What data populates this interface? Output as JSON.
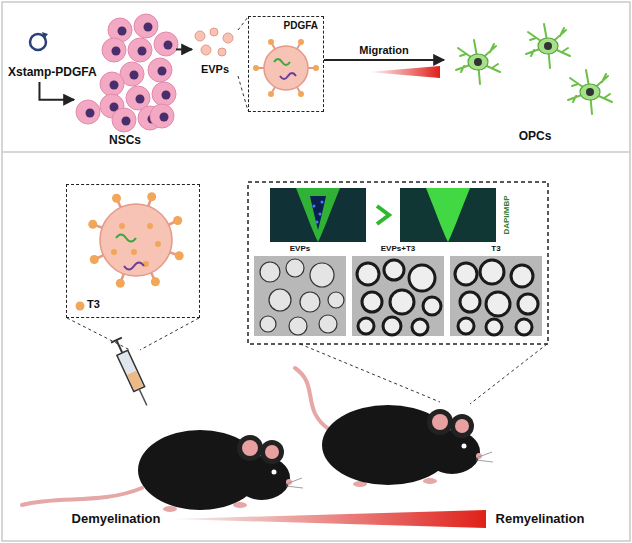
{
  "diagram": {
    "nodes": [
      {
        "text": [
          "Xstamp-PDGFA"
        ]
      },
      {
        "text": [
          "NSCs"
        ]
      },
      {
        "text": [
          "EVPs"
        ]
      },
      {
        "text": [
          "PDGFA"
        ]
      },
      {
        "text": [
          "OPCs"
        ]
      },
      {
        "text": [
          "T3"
        ]
      }
    ],
    "edges": [
      {
        "from": 0,
        "to": 1,
        "arrow": "to"
      },
      {
        "from": 1,
        "to": 2,
        "arrow": "to"
      },
      {
        "from": 3,
        "to": 4,
        "label": "Migration",
        "arrow": "to"
      }
    ],
    "labels": [
      "DAPI/MBP",
      "EVPs",
      "EVPs+T3",
      "T3",
      "Demyelination",
      "Remyelination"
    ]
  }
}
